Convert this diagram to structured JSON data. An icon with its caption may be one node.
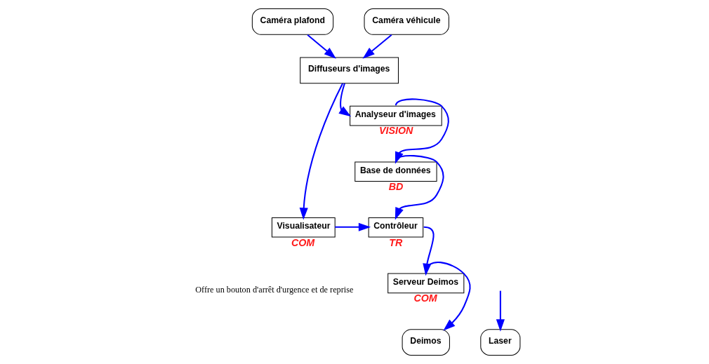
{
  "diagram": {
    "nodes": [
      {
        "text": [
          "Caméra plafond"
        ]
      },
      {
        "text": [
          "Caméra véhicule"
        ]
      },
      {
        "text": [
          "Diffuseurs d'images"
        ]
      },
      {
        "text": [
          "Analyseur d'images"
        ],
        "beside": [
          "VISION"
        ]
      },
      {
        "text": [
          "Base de données"
        ],
        "beside": [
          "BD"
        ]
      },
      {
        "text": [
          "Visualisateur"
        ],
        "beside": [
          "COM"
        ]
      },
      {
        "text": [
          "Contrôleur"
        ],
        "beside": [
          "TR"
        ]
      },
      {
        "text": [
          "Serveur Deimos"
        ],
        "beside": [
          "COM"
        ]
      },
      {
        "text": [
          "Deimos"
        ]
      },
      {
        "text": [
          "Laser"
        ]
      }
    ],
    "edges": [
      {
        "from": 0,
        "to": 2,
        "arrow": "to"
      },
      {
        "from": 1,
        "to": 2,
        "arrow": "to"
      },
      {
        "from": 2,
        "to": 3,
        "arrow": "to"
      },
      {
        "from": 3,
        "to": 4,
        "arrow": "to"
      },
      {
        "from": 4,
        "to": 6,
        "arrow": "to"
      },
      {
        "from": 2,
        "to": 5,
        "arrow": "to"
      },
      {
        "from": 5,
        "to": 6,
        "arrow": "to"
      },
      {
        "from": 6,
        "to": 7,
        "arrow": "to"
      },
      {
        "from": 7,
        "to": 8,
        "arrow": "to"
      },
      {
        "from": null,
        "to": 9,
        "arrow": "to"
      }
    ],
    "labels": [
      "Offre un bouton d'arrêt d'urgence et de reprise"
    ]
  }
}
